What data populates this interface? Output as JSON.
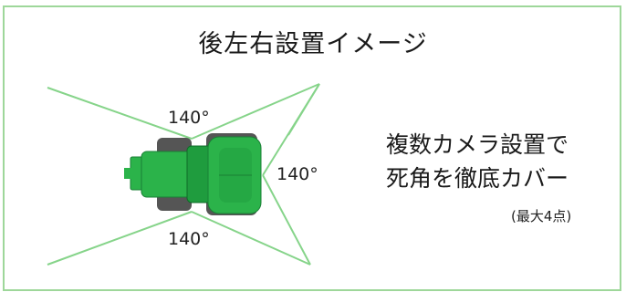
{
  "title": "後左右設置イメージ",
  "angles": {
    "top": "140°",
    "right": "140°",
    "bottom": "140°"
  },
  "caption": {
    "line1": "複数カメラ設置で",
    "line2": "死角を徹底カバー"
  },
  "note": "(最大4点)",
  "colors": {
    "frame": "#9ed79a",
    "coverage_line": "#86d48a",
    "tractor_body": "#2bb34a",
    "tractor_cab": "#1f9c3e",
    "tire": "#555555"
  },
  "icons": {
    "tractor": "tractor-top-view-icon"
  }
}
